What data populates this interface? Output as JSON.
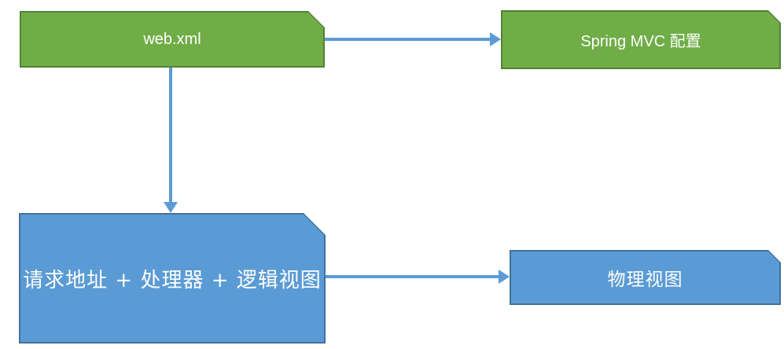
{
  "diagram": {
    "type": "flowchart",
    "background": "#FFFFFF",
    "arrow_color": "#5B9BD5",
    "nodes": [
      {
        "id": "web-xml",
        "label": "web.xml",
        "shape": "snipped-corner-rectangle",
        "fill": "#70AD47",
        "border": "#548235",
        "text_color": "#FFFFFF"
      },
      {
        "id": "spring-mvc-config",
        "label": "Spring MVC 配置",
        "shape": "snipped-corner-rectangle",
        "fill": "#70AD47",
        "border": "#548235",
        "text_color": "#FFFFFF"
      },
      {
        "id": "request-handler-logical-view",
        "label": "请求地址 + 处理器 + 逻辑视图",
        "shape": "snipped-corner-rectangle",
        "fill": "#5B9BD5",
        "border": "#41719C",
        "text_color": "#FFFFFF"
      },
      {
        "id": "physical-view",
        "label": "物理视图",
        "shape": "snipped-corner-rectangle",
        "fill": "#5B9BD5",
        "border": "#41719C",
        "text_color": "#FFFFFF"
      }
    ],
    "arrows": [
      {
        "from": "web-xml",
        "to": "spring-mvc-config",
        "direction": "right",
        "color": "#5B9BD5"
      },
      {
        "from": "web-xml",
        "to": "request-handler-logical-view",
        "direction": "down",
        "color": "#5B9BD5"
      },
      {
        "from": "request-handler-logical-view",
        "to": "physical-view",
        "direction": "right",
        "color": "#5B9BD5"
      }
    ]
  }
}
